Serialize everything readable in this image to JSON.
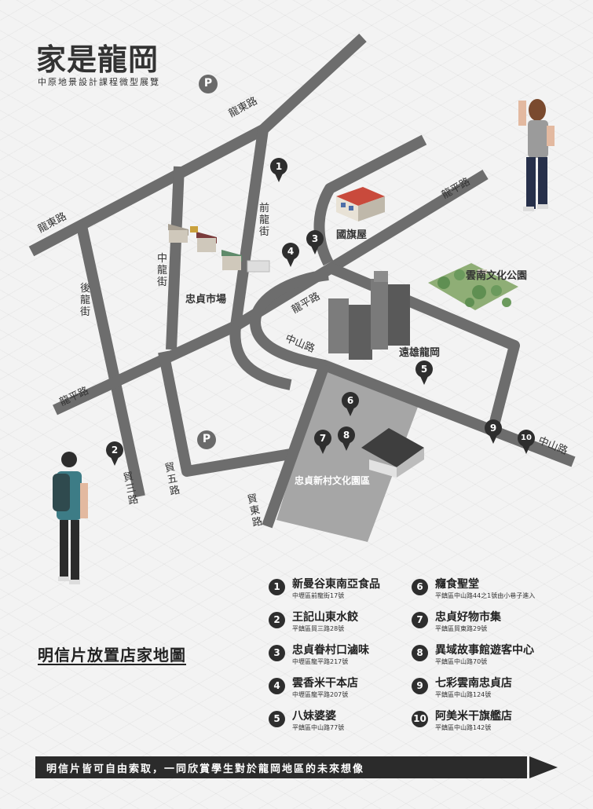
{
  "header": {
    "title": "家是龍岡",
    "subtitle": "中原地景設計課程微型展覽"
  },
  "streets": {
    "longdong_top": "龍東路",
    "longdong_left": "龍東路",
    "qianlong": "前龍街",
    "zhonglong": "中龍街",
    "houlong": "後龍街",
    "longping_top": "龍平路",
    "longping_mid": "龍平路",
    "longping_left": "龍平路",
    "zhongshan_mid": "中山路",
    "zhongshan_right": "中山路",
    "maosan": "貿三路",
    "maowu": "貿五路",
    "maodong": "貿東路"
  },
  "landmarks": {
    "flag_house": "國旗屋",
    "yunnan_park": "雲南文化公園",
    "zhongzhen_market": "忠貞市場",
    "yuanxiong": "遠雄龍岡",
    "zhongzhen_village": "忠貞新村文化園區",
    "parking_symbol": "P"
  },
  "pins": [
    "1",
    "2",
    "3",
    "4",
    "5",
    "6",
    "7",
    "8",
    "9",
    "10"
  ],
  "legend": {
    "heading": "明信片放置店家地圖",
    "items": [
      {
        "num": "1",
        "name": "新曼谷東南亞食品",
        "addr": "中壢區前龍街17號"
      },
      {
        "num": "2",
        "name": "王記山東水餃",
        "addr": "平鎮區貿三路28號"
      },
      {
        "num": "3",
        "name": "忠貞眷村口滷味",
        "addr": "中壢區龍平路217號"
      },
      {
        "num": "4",
        "name": "雲香米干本店",
        "addr": "中壢區龍平路207號"
      },
      {
        "num": "5",
        "name": "八妹婆婆",
        "addr": "平鎮區中山路77號"
      },
      {
        "num": "6",
        "name": "癮食聖堂",
        "addr": "平鎮區中山路44之1號由小巷子進入"
      },
      {
        "num": "7",
        "name": "忠貞好物市集",
        "addr": "平鎮區貿東路29號"
      },
      {
        "num": "8",
        "name": "異域故事館遊客中心",
        "addr": "平鎮區中山路70號"
      },
      {
        "num": "9",
        "name": "七彩雲南忠貞店",
        "addr": "平鎮區中山路124號"
      },
      {
        "num": "10",
        "name": "阿美米干旗艦店",
        "addr": "平鎮區中山路142號"
      }
    ]
  },
  "footer": {
    "text": "明信片皆可自由索取，一同欣賞學生對於龍岡地區的未來想像"
  },
  "colors": {
    "road": "#6d6d6d",
    "pin": "#2e2e2e",
    "park": "#5f8f52",
    "cultural_zone": "#a8a8a8"
  }
}
